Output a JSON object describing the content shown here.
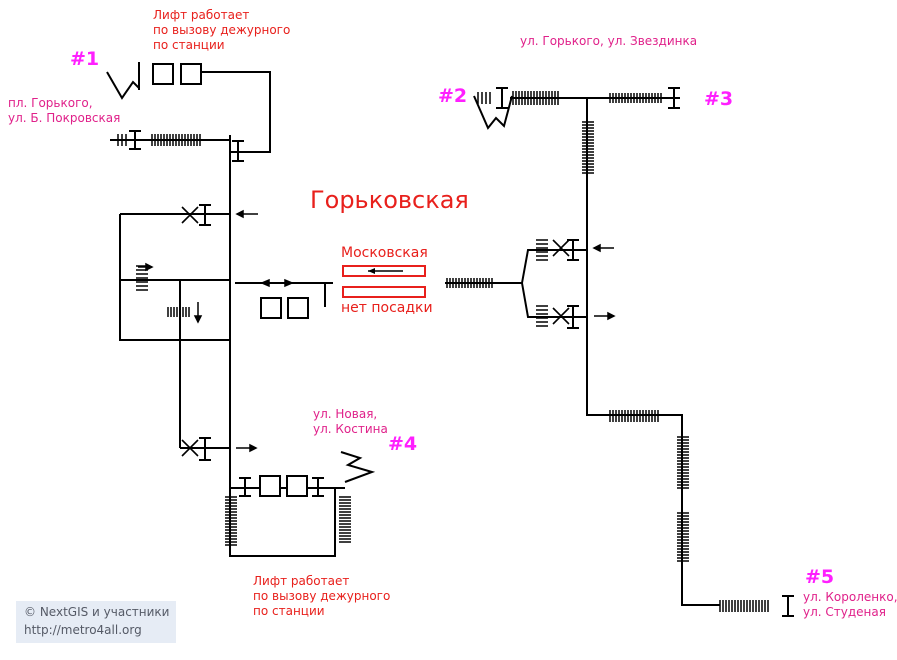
{
  "station": {
    "title": "Горьковская"
  },
  "platform": {
    "direction": "Московская",
    "no_boarding": "нет посадки"
  },
  "exits": [
    {
      "number": "#1",
      "streets": "пл. Горького,\nул. Б. Покровская",
      "note": "Лифт работает\nпо вызову дежурного\nпо станции"
    },
    {
      "number": "#2",
      "streets": "ул. Горького, ул. Звездинка"
    },
    {
      "number": "#3"
    },
    {
      "number": "#4",
      "streets": "ул. Новая,\nул. Костина",
      "note": "Лифт работает\nпо вызову дежурного\nпо станции"
    },
    {
      "number": "#5",
      "streets": "ул. Короленко,\nул. Студеная"
    }
  ],
  "credits": {
    "line1": "© NextGIS и участники",
    "line2": "http://metro4all.org"
  },
  "colors": {
    "line": "#000000",
    "accent": "#e8201c",
    "exit_number": "#ff1fff",
    "street": "#e0218a"
  }
}
